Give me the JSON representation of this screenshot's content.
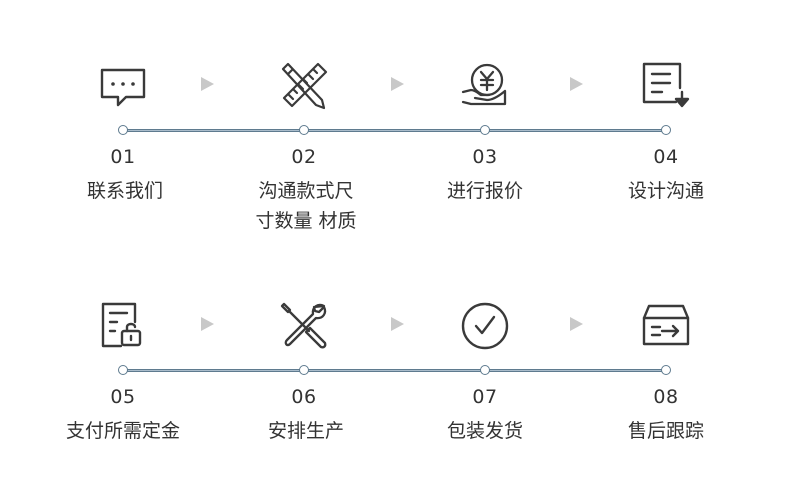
{
  "rows": [
    {
      "steps": [
        {
          "num": "01",
          "label": "联系我们",
          "icon": "chat-bubble-icon"
        },
        {
          "num": "02",
          "label": "沟通款式尺\n寸数量 材质",
          "icon": "pencil-ruler-icon"
        },
        {
          "num": "03",
          "label": "进行报价",
          "icon": "yen-hand-icon"
        },
        {
          "num": "04",
          "label": "设计沟通",
          "icon": "document-download-icon"
        }
      ]
    },
    {
      "steps": [
        {
          "num": "05",
          "label": "支付所需定金",
          "icon": "document-lock-icon"
        },
        {
          "num": "06",
          "label": "安排生产",
          "icon": "tools-icon"
        },
        {
          "num": "07",
          "label": "包装发货",
          "icon": "check-circle-icon"
        },
        {
          "num": "08",
          "label": "售后跟踪",
          "icon": "box-arrow-icon"
        }
      ]
    }
  ],
  "colors": {
    "icon": "#3a3a3a",
    "line": "#5f7b8f",
    "arrow": "#c8c8c8",
    "text": "#333333"
  }
}
